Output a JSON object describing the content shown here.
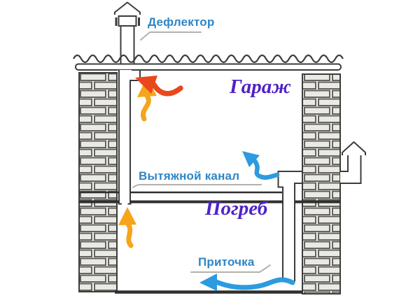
{
  "diagram": {
    "labels": {
      "deflector": "Дефлектор",
      "garage": "Гараж",
      "exhaust_channel": "Вытяжной канал",
      "cellar": "Погреб",
      "intake": "Приточка"
    },
    "colors": {
      "blue_label": "#2e86c6",
      "purple_label": "#4f22c8",
      "line_art": "#3c3c3c",
      "leader_line": "#b3b1ad",
      "brick_fill": "#e9e9e5",
      "brick_stroke": "#57554f",
      "warm_air_arrow": "#f5a41c",
      "hot_air_arrow": "#e8481c",
      "cool_air_arrow": "#2d9bdf"
    }
  }
}
